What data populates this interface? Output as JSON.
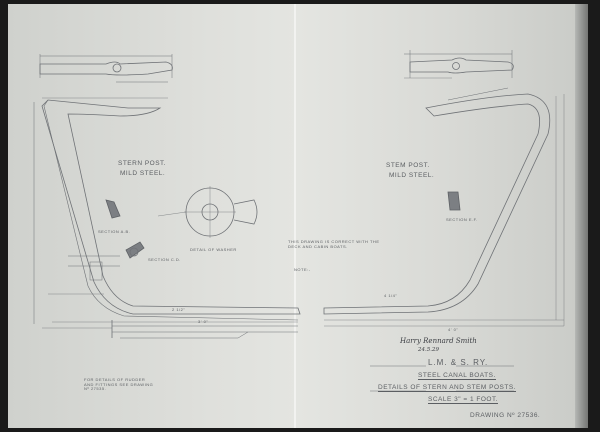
{
  "title_block": {
    "company": "L.M. & S. RY.",
    "subject": "STEEL CANAL BOATS.",
    "description": "DETAILS OF STERN AND STEM POSTS.",
    "scale": "SCALE 3\" = 1 FOOT.",
    "drawing_number": "DRAWING Nº 27536."
  },
  "stern_post": {
    "title": "STERN POST.",
    "material": "MILD STEEL."
  },
  "stem_post": {
    "title": "STEM POST.",
    "material": "MILD STEEL."
  },
  "note": "THIS DRAWING IS CORRECT WITH THE DECK AND CABIN BOATS.",
  "ref_note": "FOR DETAILS OF RUDDER AND FITTINGS SEE DRAWING Nº 27535.",
  "signature": {
    "name": "Harry Rennard Smith",
    "date": "24.5.29"
  },
  "labels": {
    "section_ab": "SECTION A.B.",
    "section_cd": "SECTION C.D.",
    "section_ef": "SECTION E.F.",
    "detail_of_washer": "DETAIL OF WASHER",
    "note_heading": "NOTE:-",
    "dimension_a": "2 1/2\"",
    "dimension_b": "4 1/4\"",
    "dimension_c": "3' 0\"",
    "dimension_d": "4' 0\""
  }
}
